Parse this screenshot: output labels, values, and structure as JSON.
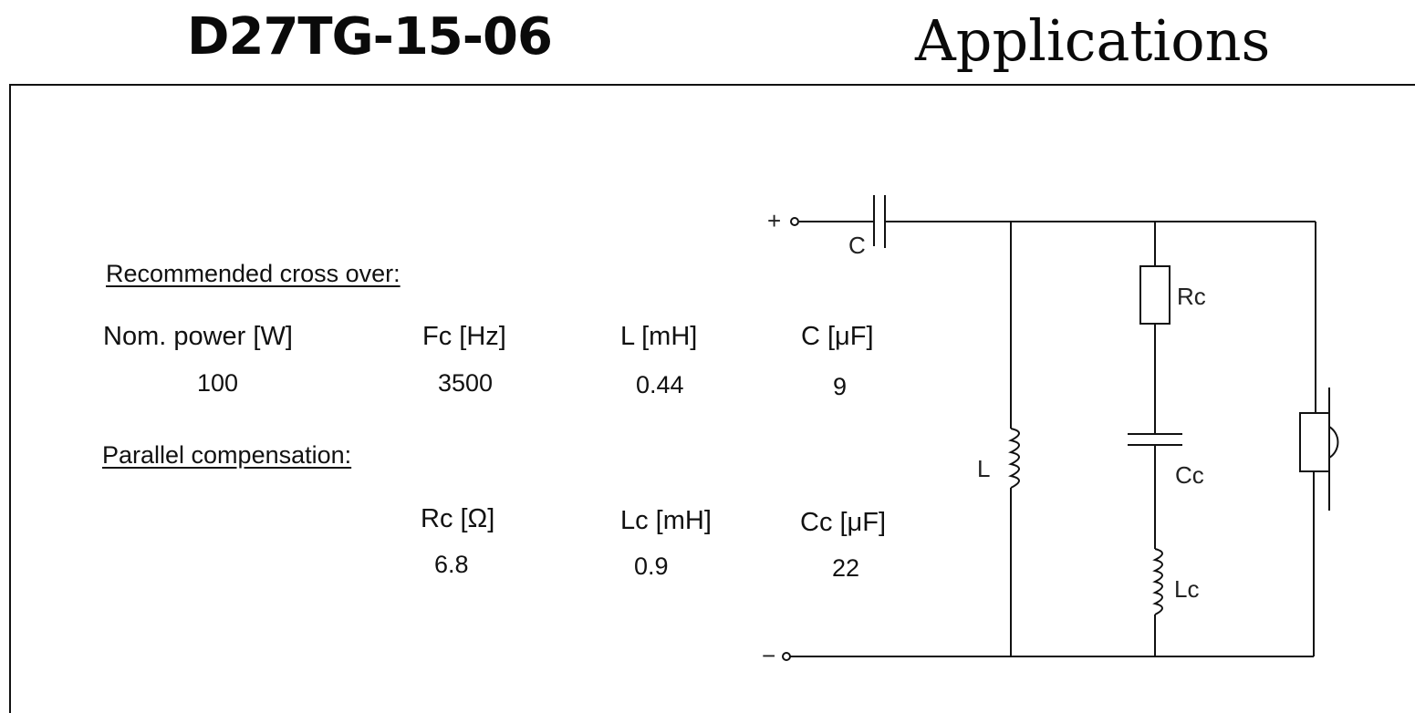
{
  "header": {
    "model": "D27TG-15-06",
    "section": "Applications"
  },
  "crossover": {
    "heading": "Recommended cross over:",
    "columns": [
      "Nom. power [W]",
      "Fc [Hz]",
      "L [mH]",
      "C [μF]"
    ],
    "values": [
      "100",
      "3500",
      "0.44",
      "9"
    ]
  },
  "compensation": {
    "heading": "Parallel compensation:",
    "columns": [
      "Rc [Ω]",
      "Lc [mH]",
      "Cc [μF]"
    ],
    "values": [
      "6.8",
      "0.9",
      "22"
    ]
  },
  "circuit": {
    "plus_label": "+",
    "minus_label": "−",
    "c_label": "C",
    "l_label": "L",
    "rc_label": "Rc",
    "cc_label": "Cc",
    "lc_label": "Lc"
  }
}
